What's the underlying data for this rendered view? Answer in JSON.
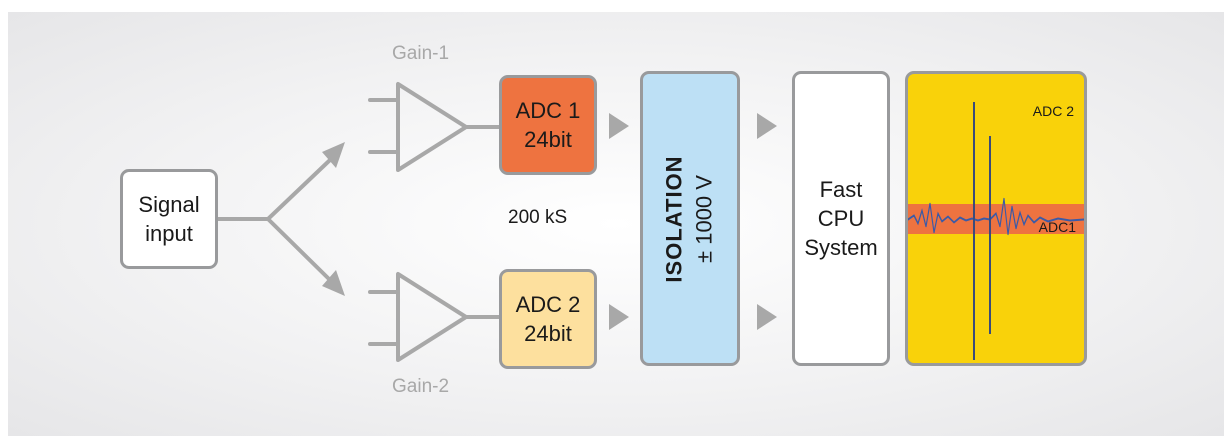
{
  "signal_box": {
    "label": "Signal\ninput"
  },
  "gain_1": "Gain-1",
  "gain_2": "Gain-2",
  "adc1": {
    "label": "ADC 1\n24bit",
    "color": "#ee7340"
  },
  "adc2": {
    "label": "ADC 2\n24bit",
    "color": "#fde09e"
  },
  "sample_rate": "200 kS",
  "isolation": {
    "title": "ISOLATION",
    "voltage": "± 1000 V",
    "color": "#bde0f5"
  },
  "cpu": {
    "label": "Fast\nCPU\nSystem"
  },
  "scope": {
    "adc2_label": "ADC 2",
    "adc1_label": "ADC1",
    "background": "#f9d20a",
    "band_color": "#ee7340",
    "trace_color": "#3a5aa8"
  },
  "colors": {
    "outline": "#999a9c",
    "arrow": "#a8a8a8"
  }
}
